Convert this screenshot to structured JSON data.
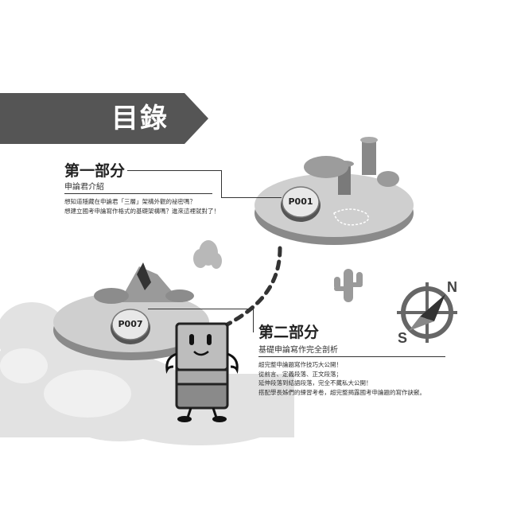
{
  "toc": {
    "title": "目錄"
  },
  "part1": {
    "heading": "第一部分",
    "subtitle": "申論君介紹",
    "lines": [
      "想知道隱藏在申論君「三層」架構外觀的祕密嗎？",
      "想建立國考申論寫作格式的基礎架構嗎？進來這裡就對了！"
    ],
    "page": "P001"
  },
  "part2": {
    "heading": "第二部分",
    "subtitle": "基礎申論寫作完全剖析",
    "lines": [
      "超完整申論題寫作技巧大公開！",
      "從前言、定義段落、正文段落；",
      "延伸段落到結語段落，完全不藏私大公開！",
      "搭配學長姊們的練習考卷，超完整揭露國考申論題的寫作訣竅。"
    ],
    "page": "P007"
  },
  "compass": {
    "north": "N",
    "south": "S"
  },
  "colors": {
    "banner": "#555555",
    "island": "#cfcfcf",
    "cloud": "#e4e4e4"
  }
}
